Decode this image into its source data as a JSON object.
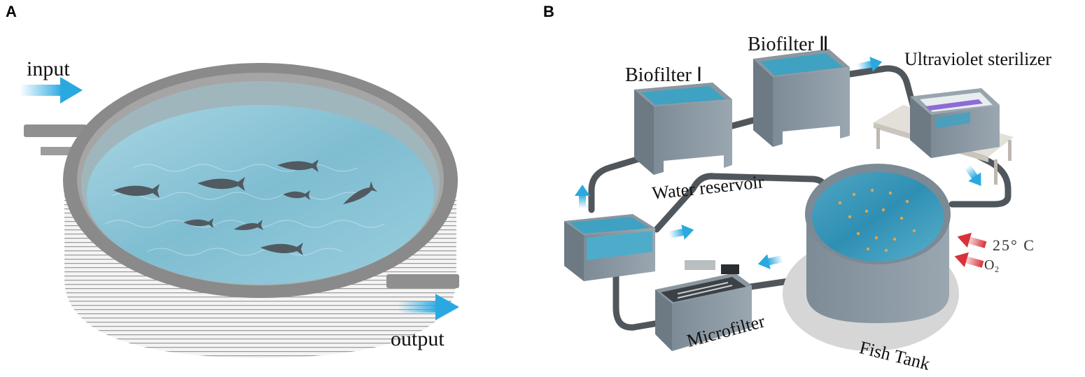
{
  "panels": {
    "a": {
      "letter": "A",
      "input_label": "input",
      "output_label": "output"
    },
    "b": {
      "letter": "B",
      "biofilter_1": "Biofilter Ⅰ",
      "biofilter_2": "Biofilter Ⅱ",
      "uv_sterilizer": "Ultraviolet sterilizer",
      "water_reservoir": "Water reservoir",
      "microfilter": "Microfilter",
      "fish_tank": "Fish Tank",
      "temperature": "25° C",
      "oxygen": "O₂"
    }
  },
  "colors": {
    "water": "#8fc6d6",
    "water_dark": "#5aa3bb",
    "concrete": "#8a98a3",
    "pipe": "#555b60",
    "flow_arrow": "#2aa9e0",
    "input_arrow": "#d8323a"
  }
}
